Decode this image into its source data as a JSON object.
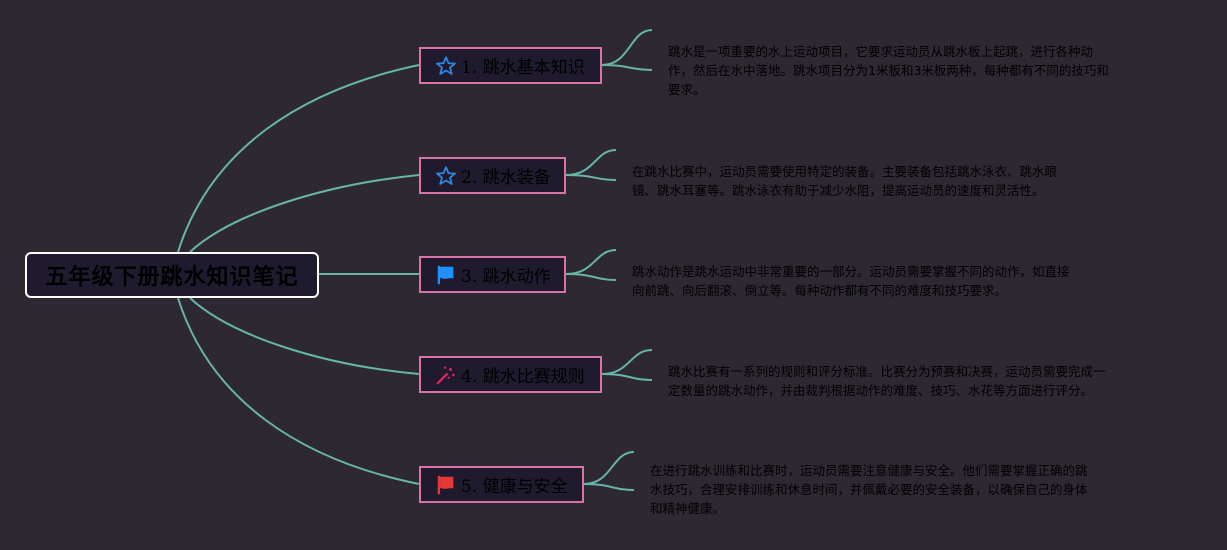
{
  "root": {
    "title": "五年级下册跳水知识笔记"
  },
  "colors": {
    "background": "#2e2833",
    "line": "#66b5a6",
    "topic_border": "#d873a7",
    "topic_fill": "#1f1a2e",
    "star_icon": "#2e86de",
    "flag_blue": "#1e90ff",
    "flag_red": "#e53935",
    "spark_icon": "#e0245e"
  },
  "topics": [
    {
      "label": "1. 跳水基本知识",
      "icon": "star-icon",
      "note_lines": [
        "跳水是一项重要的水上运动项目，它要求运动员从跳水板上起跳，进行各种动",
        "作，然后在水中落地。跳水项目分为1米板和3米板两种，每种都有不同的技巧和",
        "要求。"
      ]
    },
    {
      "label": "2. 跳水装备",
      "icon": "star-icon",
      "note_lines": [
        "在跳水比赛中，运动员需要使用特定的装备。主要装备包括跳水泳衣、跳水眼",
        "镜、跳水耳塞等。跳水泳衣有助于减少水阻，提高运动员的速度和灵活性。"
      ]
    },
    {
      "label": "3. 跳水动作",
      "icon": "blue-flag-icon",
      "note_lines": [
        "跳水动作是跳水运动中非常重要的一部分。运动员需要掌握不同的动作，如直接",
        "向前跳、向后翻滚、倒立等。每种动作都有不同的难度和技巧要求。"
      ]
    },
    {
      "label": "4. 跳水比赛规则",
      "icon": "sparkle-icon",
      "note_lines": [
        "跳水比赛有一系列的规则和评分标准。比赛分为预赛和决赛，运动员需要完成一",
        "定数量的跳水动作，并由裁判根据动作的难度、技巧、水花等方面进行评分。"
      ]
    },
    {
      "label": "5. 健康与安全",
      "icon": "red-flag-icon",
      "note_lines": [
        "在进行跳水训练和比赛时，运动员需要注意健康与安全。他们需要掌握正确的跳",
        "水技巧，合理安排训练和休息时间，并佩戴必要的安全装备，以确保自己的身体",
        "和精神健康。"
      ]
    }
  ]
}
